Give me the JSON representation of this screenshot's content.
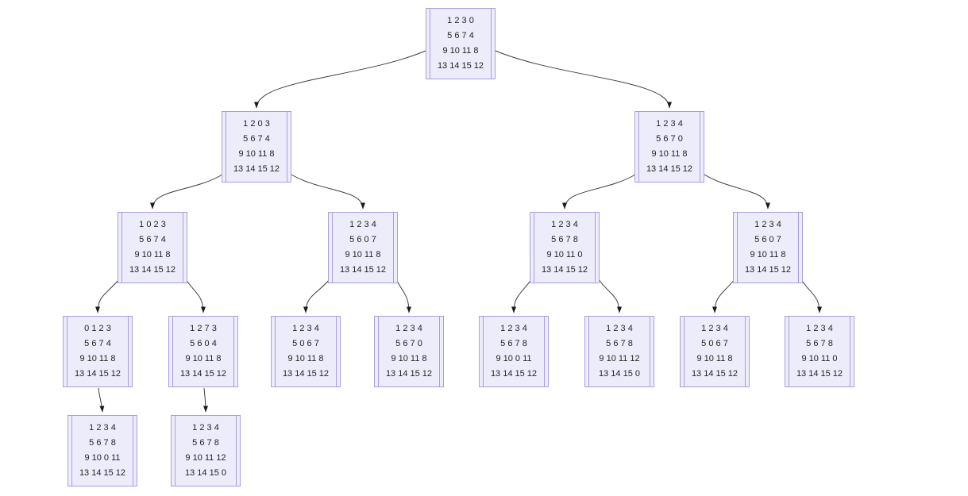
{
  "diagram": {
    "type": "tree"
  },
  "colors": {
    "node_fill": "#ececfb",
    "node_border": "#ab9edc",
    "edge_line": "#3f3f3f",
    "arrowhead": "#1a1a1a",
    "text": "#242424",
    "background": "#ffffff"
  },
  "nodes": [
    {
      "id": "root",
      "rows": [
        "1 2 3 0",
        "5 6 7 4",
        "9 10 11 8",
        "13 14 15 12"
      ]
    },
    {
      "id": "l2-1",
      "rows": [
        "1 2 0 3",
        "5 6 7 4",
        "9 10 11 8",
        "13 14 15 12"
      ]
    },
    {
      "id": "l2-2",
      "rows": [
        "1 2 3 4",
        "5 6 7 0",
        "9 10 11 8",
        "13 14 15 12"
      ]
    },
    {
      "id": "l3-1",
      "rows": [
        "1 0 2 3",
        "5 6 7 4",
        "9 10 11 8",
        "13 14 15 12"
      ]
    },
    {
      "id": "l3-2",
      "rows": [
        "1 2 3 4",
        "5 6 0 7",
        "9 10 11 8",
        "13 14 15 12"
      ]
    },
    {
      "id": "l3-3",
      "rows": [
        "1 2 3 4",
        "5 6 7 8",
        "9 10 11 0",
        "13 14 15 12"
      ]
    },
    {
      "id": "l3-4",
      "rows": [
        "1 2 3 4",
        "5 6 0 7",
        "9 10 11 8",
        "13 14 15 12"
      ]
    },
    {
      "id": "l4-1",
      "rows": [
        "0 1 2 3",
        "5 6 7 4",
        "9 10 11 8",
        "13 14 15 12"
      ]
    },
    {
      "id": "l4-2",
      "rows": [
        "1 2 7 3",
        "5 6 0 4",
        "9 10 11 8",
        "13 14 15 12"
      ]
    },
    {
      "id": "l4-3",
      "rows": [
        "1 2 3 4",
        "5 0 6 7",
        "9 10 11 8",
        "13 14 15 12"
      ]
    },
    {
      "id": "l4-4",
      "rows": [
        "1 2 3 4",
        "5 6 7 0",
        "9 10 11 8",
        "13 14 15 12"
      ]
    },
    {
      "id": "l4-5",
      "rows": [
        "1 2 3 4",
        "5 6 7 8",
        "9 10 0 11",
        "13 14 15 12"
      ]
    },
    {
      "id": "l4-6",
      "rows": [
        "1 2 3 4",
        "5 6 7 8",
        "9 10 11 12",
        "13 14 15 0"
      ]
    },
    {
      "id": "l4-7",
      "rows": [
        "1 2 3 4",
        "5 0 6 7",
        "9 10 11 8",
        "13 14 15 12"
      ]
    },
    {
      "id": "l4-8",
      "rows": [
        "1 2 3 4",
        "5 6 7 8",
        "9 10 11 0",
        "13 14 15 12"
      ]
    },
    {
      "id": "l5-1",
      "rows": [
        "1 2 3 4",
        "5 6 7 8",
        "9 10 0 11",
        "13 14 15 12"
      ]
    },
    {
      "id": "l5-2",
      "rows": [
        "1 2 3 4",
        "5 6 7 8",
        "9 10 11 12",
        "13 14 15 0"
      ]
    }
  ],
  "edges": [
    {
      "from": "root",
      "to": "l2-1"
    },
    {
      "from": "root",
      "to": "l2-2"
    },
    {
      "from": "l2-1",
      "to": "l3-1"
    },
    {
      "from": "l2-1",
      "to": "l3-2"
    },
    {
      "from": "l2-2",
      "to": "l3-3"
    },
    {
      "from": "l2-2",
      "to": "l3-4"
    },
    {
      "from": "l3-1",
      "to": "l4-1"
    },
    {
      "from": "l3-1",
      "to": "l4-2"
    },
    {
      "from": "l3-2",
      "to": "l4-3"
    },
    {
      "from": "l3-2",
      "to": "l4-4"
    },
    {
      "from": "l3-3",
      "to": "l4-5"
    },
    {
      "from": "l3-3",
      "to": "l4-6"
    },
    {
      "from": "l3-4",
      "to": "l4-7"
    },
    {
      "from": "l3-4",
      "to": "l4-8"
    },
    {
      "from": "l4-1",
      "to": "l5-1"
    },
    {
      "from": "l4-2",
      "to": "l5-2"
    }
  ]
}
